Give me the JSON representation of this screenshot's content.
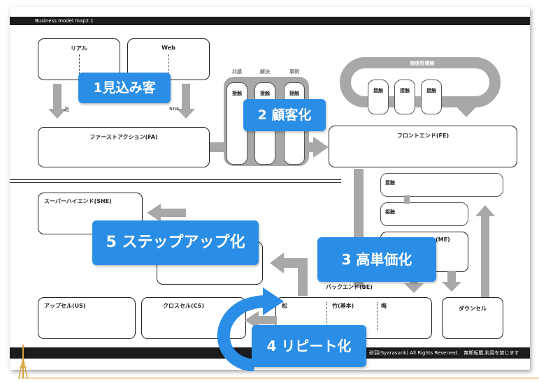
{
  "header": {
    "title": "Business model map2.1"
  },
  "boxes": {
    "real": "リアル",
    "web": "Web",
    "first_action": "ファーストアクション(FA)",
    "front_end": "フロントエンド(FE)",
    "super_high_end": "スーパーハイエンド(SHE)",
    "middle_end": "(ME)",
    "back_end": "バックエンド(BE)",
    "upsell": "アップセル(US)",
    "cross_sell": "クロスセル(CS)",
    "down_sell": "ダウンセル",
    "be_pine": "松",
    "be_bamboo": "竹(基本)",
    "be_plum": "梅"
  },
  "arrows": {
    "near": "近",
    "sns": "Sns"
  },
  "columns": {
    "kyokan": "共感",
    "kaiketsu": "解決",
    "jirei": "事例",
    "sesshoku": "接触"
  },
  "relationship": {
    "title": "関係性構築",
    "sesshoku": "接触"
  },
  "stages": {
    "s1": "1見込み客",
    "s2": "2 顧客化",
    "s3": "3 高単価化",
    "s4": "4 リピート化",
    "s5": "5 ステップアップ化"
  },
  "footer": {
    "copyright": "砂羽(Syarasunk) All Rights Reserved.　無断転載,利用を禁じます"
  },
  "colors": {
    "accent": "#2b8ee6",
    "arrow": "#a8a8a8",
    "bar": "#1b1b1b"
  }
}
